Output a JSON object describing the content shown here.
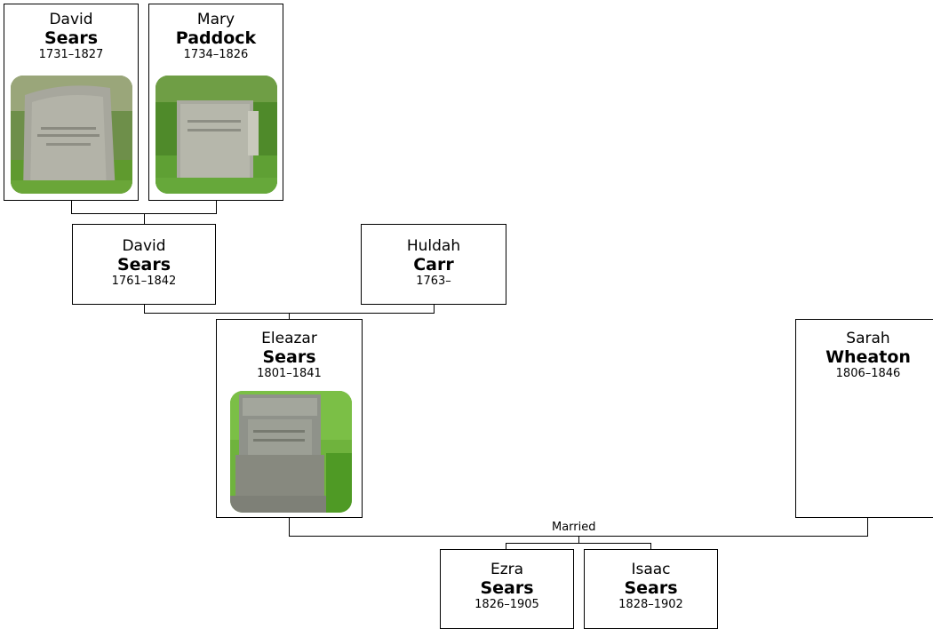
{
  "people": {
    "david_sears_1731": {
      "given": "David",
      "surname": "Sears",
      "dates": "1731–1827",
      "photo": "gravestone-photo"
    },
    "mary_paddock": {
      "given": "Mary",
      "surname": "Paddock",
      "dates": "1734–1826",
      "photo": "gravestone-photo"
    },
    "david_sears_1761": {
      "given": "David",
      "surname": "Sears",
      "dates": "1761–1842"
    },
    "huldah_carr": {
      "given": "Huldah",
      "surname": "Carr",
      "dates": "1763–"
    },
    "eleazar_sears": {
      "given": "Eleazar",
      "surname": "Sears",
      "dates": "1801–1841",
      "photo": "gravestone-photo"
    },
    "sarah_wheaton": {
      "given": "Sarah",
      "surname": "Wheaton",
      "dates": "1806–1846"
    },
    "ezra_sears": {
      "given": "Ezra",
      "surname": "Sears",
      "dates": "1826–1905"
    },
    "isaac_sears": {
      "given": "Isaac",
      "surname": "Sears",
      "dates": "1828–1902"
    }
  },
  "marriage_label": "Married",
  "colors": {
    "border": "#000000",
    "background": "#ffffff",
    "grass": "#5c9a2c",
    "stone": "#9a9a90"
  }
}
